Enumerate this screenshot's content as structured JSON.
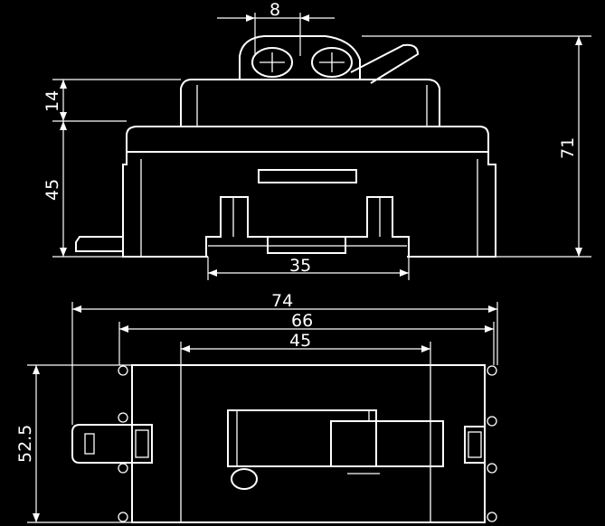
{
  "dimensions": {
    "screw_pitch": "8",
    "top_height": "14",
    "body_height": "45",
    "overall_height": "71",
    "rail_width": "35",
    "overall_width": "74",
    "body_width": "66",
    "cover_width": "45",
    "depth": "52.5"
  }
}
